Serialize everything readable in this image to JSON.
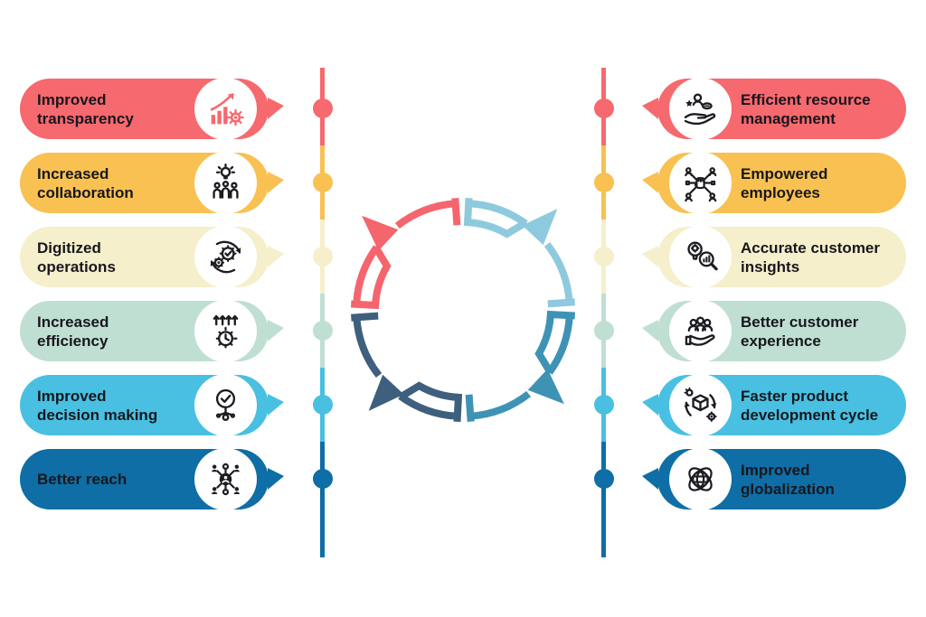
{
  "colors": {
    "background": "#ffffff",
    "text": "#17171e",
    "icon_ink": "#1c1c22",
    "coral": "#f6696e",
    "amber": "#f8c152",
    "cream": "#f5efcb",
    "mint": "#bfdfd2",
    "cyan": "#49c0e1",
    "navy": "#0e6ea5"
  },
  "left_items": [
    {
      "label": "Improved\ntransparency",
      "color": "#f6696e",
      "icon": "growth-chart-gear-icon",
      "icon_ref": "#ic-growth",
      "icon_color": "#f6696e"
    },
    {
      "label": "Increased\ncollaboration",
      "color": "#f8c152",
      "icon": "lightbulb-team-icon",
      "icon_ref": "#ic-collab",
      "icon_color": "#1c1c22"
    },
    {
      "label": "Digitized\noperations",
      "color": "#f5efcb",
      "icon": "gears-cycle-icon",
      "icon_ref": "#ic-gears",
      "icon_color": "#1c1c22"
    },
    {
      "label": "Increased\nefficiency",
      "color": "#bfdfd2",
      "icon": "efficiency-gear-arrows-icon",
      "icon_ref": "#ic-efficiency",
      "icon_color": "#1c1c22"
    },
    {
      "label": "Improved\ndecision making",
      "color": "#49c0e1",
      "icon": "decision-checkmark-icon",
      "icon_ref": "#ic-decision",
      "icon_color": "#1c1c22"
    },
    {
      "label": "Better reach",
      "color": "#0e6ea5",
      "icon": "network-reach-icon",
      "icon_ref": "#ic-reach",
      "icon_color": "#1c1c22"
    }
  ],
  "right_items": [
    {
      "label": "Efficient resource\nmanagement",
      "color": "#f6696e",
      "icon": "hand-resources-icon",
      "icon_ref": "#ic-resource",
      "icon_color": "#1c1c22"
    },
    {
      "label": "Empowered\nemployees",
      "color": "#f8c152",
      "icon": "empowered-fist-network-icon",
      "icon_ref": "#ic-empower",
      "icon_color": "#1c1c22"
    },
    {
      "label": "Accurate customer\ninsights",
      "color": "#f5efcb",
      "icon": "bulb-magnifier-icon",
      "icon_ref": "#ic-insight",
      "icon_color": "#1c1c22"
    },
    {
      "label": "Better customer\nexperience",
      "color": "#bfdfd2",
      "icon": "customer-care-hand-icon",
      "icon_ref": "#ic-customer",
      "icon_color": "#1c1c22"
    },
    {
      "label": "Faster product\ndevelopment cycle",
      "color": "#49c0e1",
      "icon": "product-cycle-box-icon",
      "icon_ref": "#ic-product",
      "icon_color": "#1c1c22"
    },
    {
      "label": "Improved\nglobalization",
      "color": "#0e6ea5",
      "icon": "globalization-globe-icon",
      "icon_ref": "#ic-globe",
      "icon_color": "#1c1c22"
    }
  ],
  "center": {
    "arcs": [
      {
        "name": "cycle-arrow-top-right",
        "color": "#8ecadd"
      },
      {
        "name": "cycle-arrow-bottom-right",
        "color": "#3e93b5"
      },
      {
        "name": "cycle-arrow-bottom-left",
        "color": "#3e5f7d"
      },
      {
        "name": "cycle-arrow-top-left",
        "color": "#f4656d"
      }
    ]
  }
}
